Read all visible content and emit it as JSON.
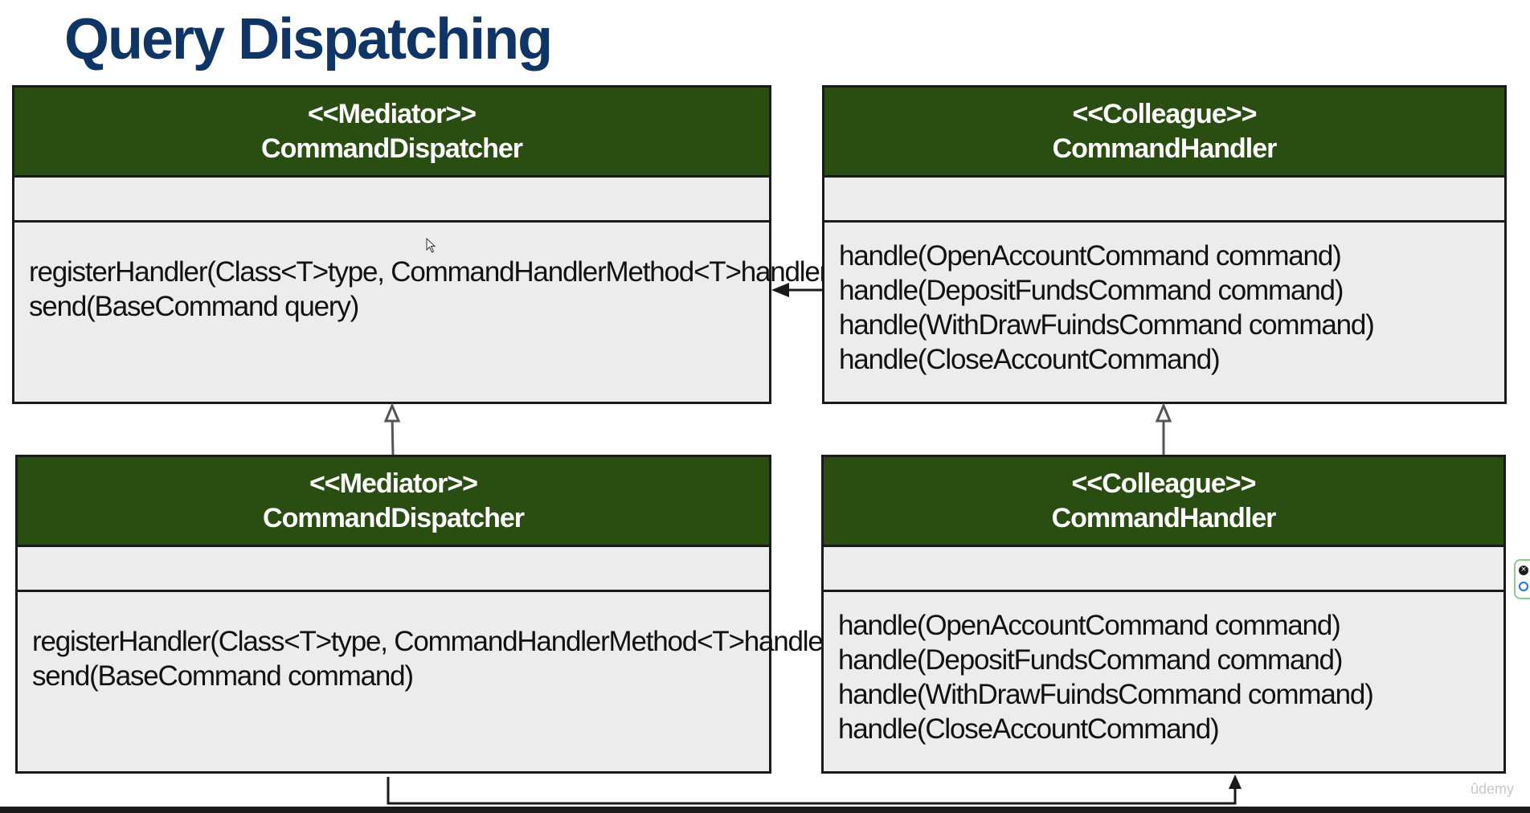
{
  "slide": {
    "title": "Query Dispatching",
    "watermark": "ûdemy"
  },
  "colors": {
    "title": "#0f3566",
    "header_fill": "#2a4d12",
    "box_fill": "#ececec",
    "border": "#1a1a1a",
    "connector": "#555555"
  },
  "classes": {
    "top_left": {
      "stereotype": "<<Mediator>>",
      "name": "CommandDispatcher",
      "methods": [
        "registerHandler(Class<T>type, CommandHandlerMethod<T>handler)",
        "send(BaseCommand query)"
      ]
    },
    "top_right": {
      "stereotype": "<<Colleague>>",
      "name": "CommandHandler",
      "methods": [
        "handle(OpenAccountCommand command)",
        "handle(DepositFundsCommand command)",
        "handle(WithDrawFuindsCommand command)",
        "handle(CloseAccountCommand)"
      ]
    },
    "bottom_left": {
      "stereotype": "<<Mediator>>",
      "name": "CommandDispatcher",
      "methods": [
        "registerHandler(Class<T>type, CommandHandlerMethod<T>handler)",
        "send(BaseCommand command)"
      ]
    },
    "bottom_right": {
      "stereotype": "<<Colleague>>",
      "name": "CommandHandler",
      "methods": [
        "handle(OpenAccountCommand command)",
        "handle(DepositFundsCommand command)",
        "handle(WithDrawFuindsCommand command)",
        "handle(CloseAccountCommand)"
      ]
    }
  },
  "relations": [
    {
      "from": "top_right",
      "to": "top_left",
      "kind": "association"
    },
    {
      "from": "bottom_left",
      "to": "top_left",
      "kind": "generalization"
    },
    {
      "from": "bottom_right",
      "to": "top_right",
      "kind": "generalization"
    },
    {
      "from": "bottom_left",
      "to": "bottom_right",
      "kind": "association"
    }
  ]
}
